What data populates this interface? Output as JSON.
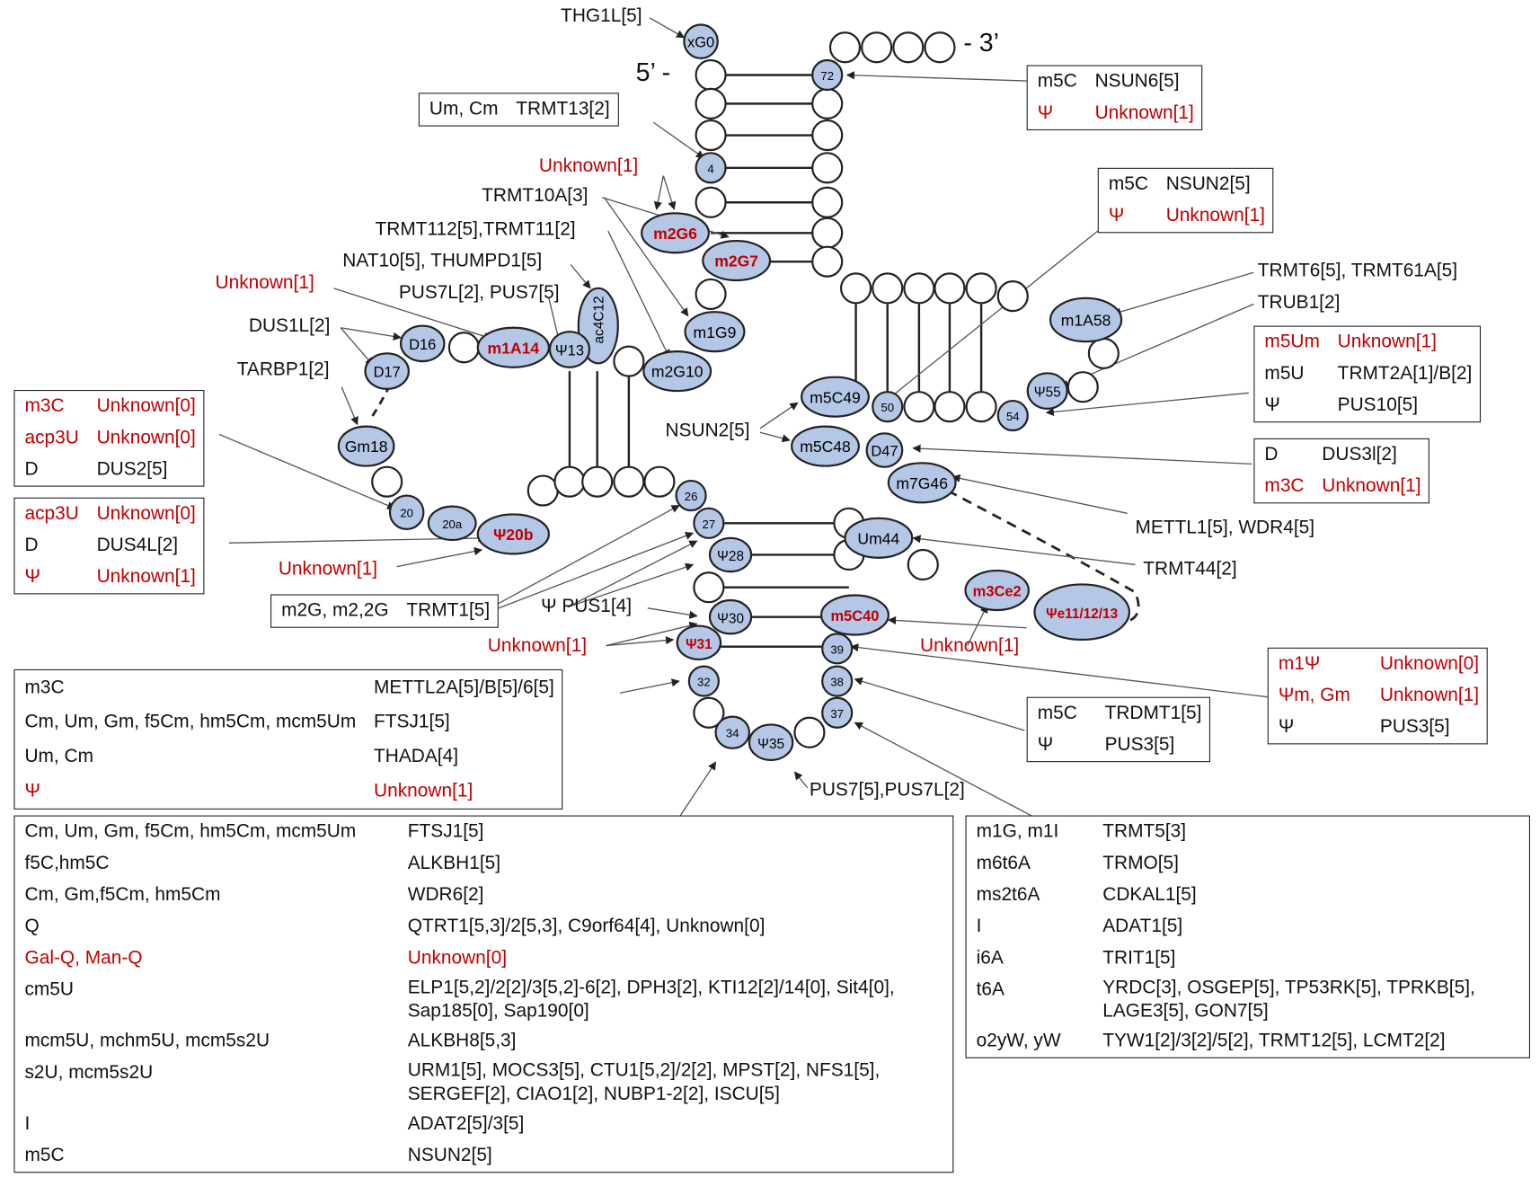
{
  "strand": {
    "five": "5’ -",
    "three": "- 3’"
  },
  "nodes": {
    "xG0": "xG0",
    "n72": "72",
    "n4": "4",
    "m2G6": "m2G6",
    "m2G7": "m2G7",
    "m1G9": "m1G9",
    "m2G10": "m2G10",
    "ac4C12": "ac4C12",
    "psi13": "Ψ13",
    "m1A14": "m1A14",
    "D16": "D16",
    "D17": "D17",
    "Gm18": "Gm18",
    "n20": "20",
    "n20a": "20a",
    "psi20b": "Ψ20b",
    "n26": "26",
    "n27": "27",
    "psi28": "Ψ28",
    "psi30": "Ψ30",
    "psi31": "Ψ31",
    "n32": "32",
    "n34": "34",
    "psi35": "Ψ35",
    "n37": "37",
    "n38": "38",
    "n39": "39",
    "m5C40": "m5C40",
    "Um44": "Um44",
    "m3Ce2": "m3Ce2",
    "psiE": "Ψe11/12/13",
    "m7G46": "m7G46",
    "D47": "D47",
    "m5C48": "m5C48",
    "m5C49": "m5C49",
    "n50": "50",
    "n54": "54",
    "psi55": "Ψ55",
    "m1A58": "m1A58"
  },
  "labels": {
    "thg1l": "THG1L[5]",
    "unknown_top": "Unknown[1]",
    "trmt10a": "TRMT10A[3]",
    "trmt112": "TRMT112[5],TRMT11[2]",
    "nat10": "NAT10[5], THUMPD1[5]",
    "unknown_left": "Unknown[1]",
    "pus7l": "PUS7L[2], PUS7[5]",
    "dus1l": "DUS1L[2]",
    "tarbp1": "TARBP1[2]",
    "unknown_20b": "Unknown[1]",
    "nsun2_mid": "NSUN2[5]",
    "psi_pus1": "Ψ PUS1[4]",
    "unknown_31": "Unknown[1]",
    "unknown_var": "Unknown[1]",
    "pus7_35": "PUS7[5],PUS7L[2]",
    "trmt6": "TRMT6[5], TRMT61A[5]",
    "trub1": "TRUB1[2]",
    "mettl1": "METTL1[5], WDR4[5]",
    "trmt44": "TRMT44[2]"
  },
  "boxes": {
    "um_cm": [
      [
        "Um, Cm",
        "TRMT13[2]"
      ]
    ],
    "nsun6": [
      [
        "m5C",
        "NSUN6[5]"
      ],
      [
        "Ψ",
        "Unknown[1]"
      ]
    ],
    "nsun2": [
      [
        "m5C",
        "NSUN2[5]"
      ],
      [
        "Ψ",
        "Unknown[1]"
      ]
    ],
    "m5um": [
      [
        "m5Um",
        "Unknown[1]"
      ],
      [
        "m5U",
        "TRMT2A[1]/B[2]"
      ],
      [
        "Ψ",
        "PUS10[5]"
      ]
    ],
    "dus3l": [
      [
        "D",
        "DUS3l[2]"
      ],
      [
        "m3C",
        "Unknown[1]"
      ]
    ],
    "m3c_left": [
      [
        "m3C",
        "Unknown[0]"
      ],
      [
        "acp3U",
        "Unknown[0]"
      ],
      [
        "D",
        "DUS2[5]"
      ]
    ],
    "acp3u_left": [
      [
        "acp3U",
        "Unknown[0]"
      ],
      [
        "D",
        "DUS4L[2]"
      ],
      [
        "Ψ",
        "Unknown[1]"
      ]
    ],
    "trmt1": [
      [
        "m2G, m2,2G",
        "TRMT1[5]"
      ]
    ],
    "m1psi": [
      [
        "m1Ψ",
        "Unknown[0]"
      ],
      [
        "Ψm, Gm",
        "Unknown[1]"
      ],
      [
        "Ψ",
        "PUS3[5]"
      ]
    ],
    "trdmt1": [
      [
        "m5C",
        "TRDMT1[5]"
      ],
      [
        "Ψ",
        "PUS3[5]"
      ]
    ],
    "pos32": [
      [
        "m3C",
        "METTL2A[5]/B[5]/6[5]"
      ],
      [
        "Cm, Um, Gm, f5Cm, hm5Cm, mcm5Um",
        "FTSJ1[5]"
      ],
      [
        "Um, Cm",
        "THADA[4]"
      ],
      [
        "Ψ",
        "Unknown[1]"
      ]
    ],
    "anticodon": [
      [
        "Cm, Um, Gm, f5Cm, hm5Cm, mcm5Um",
        "FTSJ1[5]"
      ],
      [
        "f5C,hm5C",
        "ALKBH1[5]"
      ],
      [
        "Cm, Gm,f5Cm, hm5Cm",
        "WDR6[2]"
      ],
      [
        "Q",
        "QTRT1[5,3]/2[5,3], C9orf64[4], Unknown[0]"
      ],
      [
        "Gal-Q, Man-Q",
        "Unknown[0]"
      ],
      [
        "cm5U",
        "ELP1[5,2]/2[2]/3[5,2]-6[2], DPH3[2], KTI12[2]/14[0], Sit4[0], Sap185[0], Sap190[0]"
      ],
      [
        "mcm5U, mchm5U, mcm5s2U",
        "ALKBH8[5,3]"
      ],
      [
        "s2U, mcm5s2U",
        "URM1[5], MOCS3[5], CTU1[5,2]/2[2], MPST[2], NFS1[5], SERGEF[2], CIAO1[2], NUBP1-2[2], ISCU[5]"
      ],
      [
        "I",
        "ADAT2[5]/3[5]"
      ],
      [
        "m5C",
        "NSUN2[5]"
      ]
    ],
    "pos37": [
      [
        "m1G, m1I",
        "TRMT5[3]"
      ],
      [
        "m6t6A",
        "TRMO[5]"
      ],
      [
        "ms2t6A",
        "CDKAL1[5]"
      ],
      [
        "I",
        "ADAT1[5]"
      ],
      [
        "i6A",
        "TRIT1[5]"
      ],
      [
        "t6A",
        "YRDC[3], OSGEP[5], TP53RK[5], TPRKB[5], LAGE3[5], GON7[5]"
      ],
      [
        "o2yW, yW",
        "TYW1[2]/3[2]/5[2], TRMT12[5], LCMT2[2]"
      ]
    ]
  },
  "colors": {
    "node_fill": "#b4c7e7",
    "red": "#c00000",
    "line": "#222222"
  }
}
